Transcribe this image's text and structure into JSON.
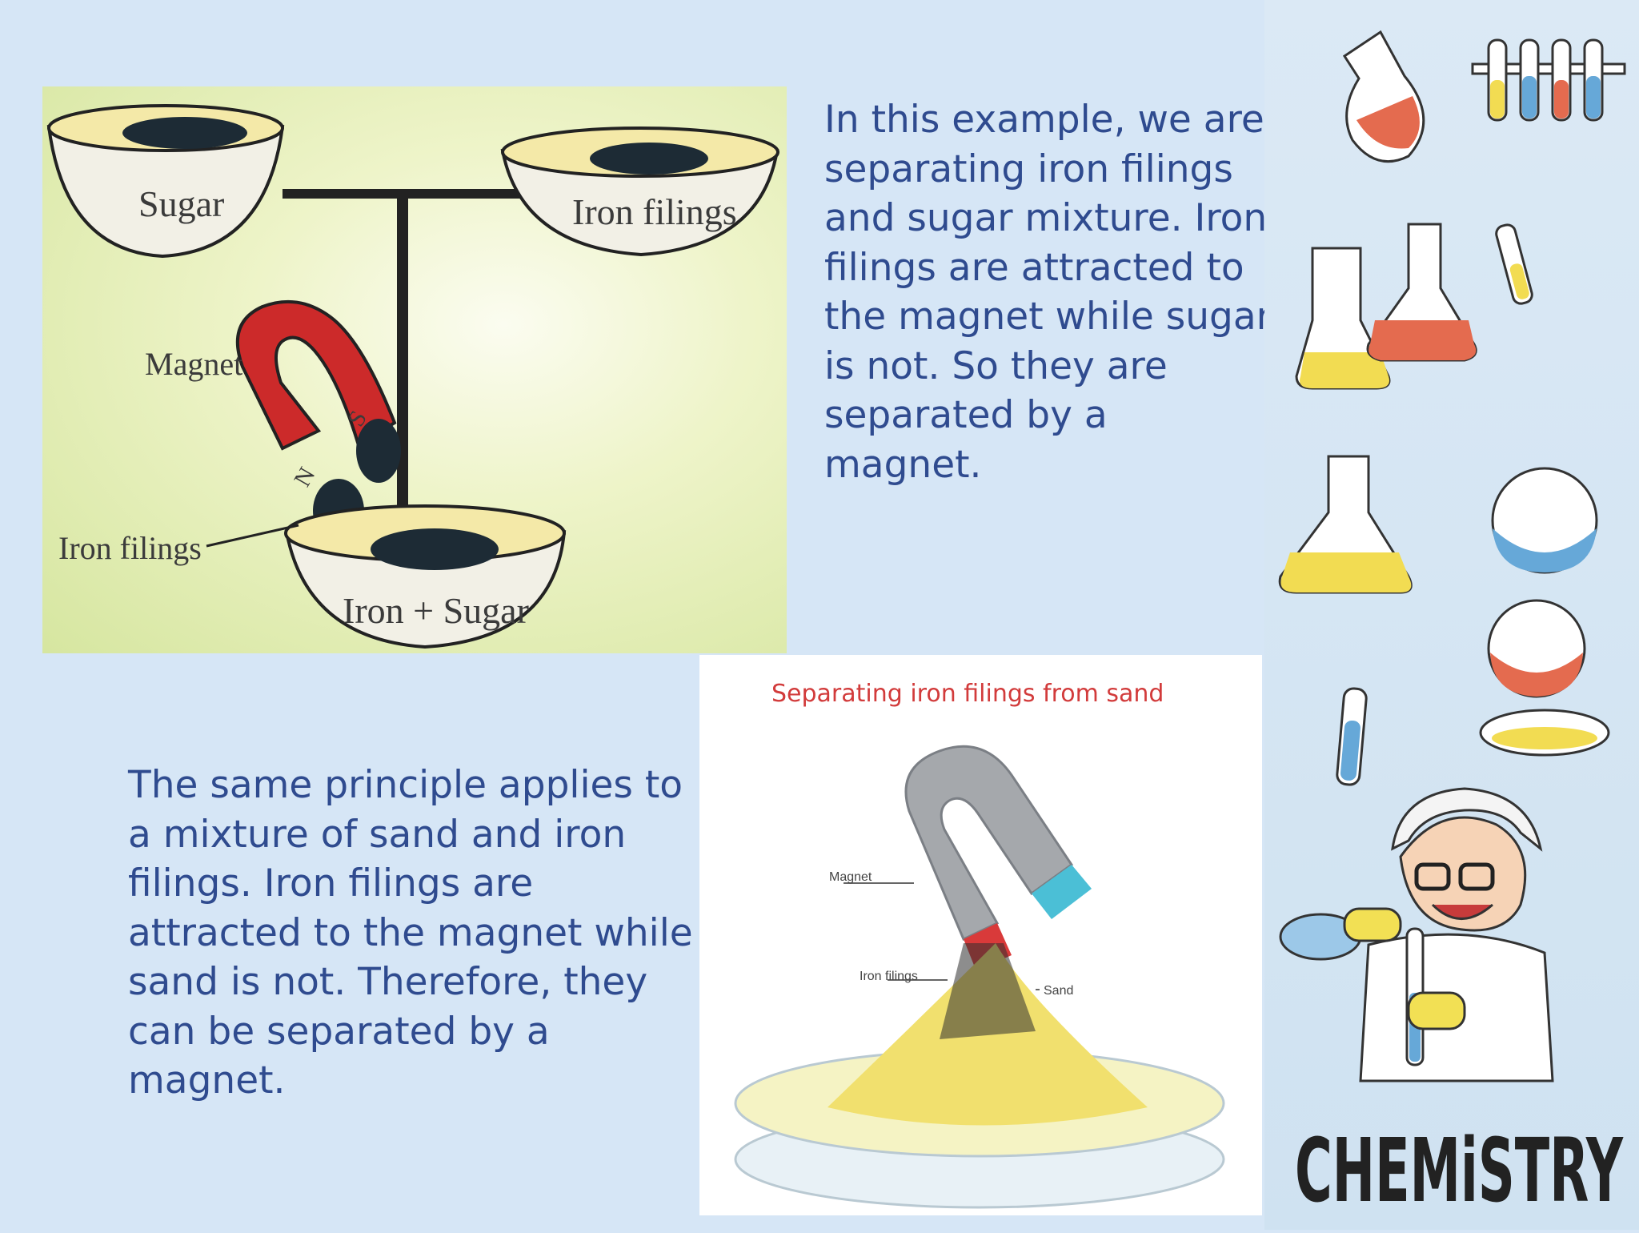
{
  "slide": {
    "text_top": "In this example, we are\nseparating iron filings\nand sugar mixture. Iron\nfilings are attracted to\nthe magnet while sugar\nis not. So they are\nseparated by a magnet.",
    "text_bottom": "The same principle applies to\na mixture of sand and iron\nfilings. Iron filings are\nattracted to the magnet while\nsand is not. Therefore, they\ncan be separated by a magnet."
  },
  "figure1": {
    "label_sugar": "Sugar",
    "label_iron_filings_bowl": "Iron filings",
    "label_magnet": "Magnet",
    "label_iron_filings": "Iron filings",
    "label_mixture": "Iron + Sugar",
    "pole_s": "S",
    "pole_n": "N"
  },
  "figure2": {
    "title": "Separating iron filings from sand",
    "label_magnet": "Magnet",
    "label_iron_filings": "Iron filings",
    "label_sand": "Sand"
  },
  "decoration": {
    "word": "CHEMiSTRY"
  },
  "colors": {
    "background": "#d6e6f6",
    "body_text": "#2f4b8f",
    "magnet_red": "#cc2a2a",
    "figure2_title": "#d23b3b"
  }
}
